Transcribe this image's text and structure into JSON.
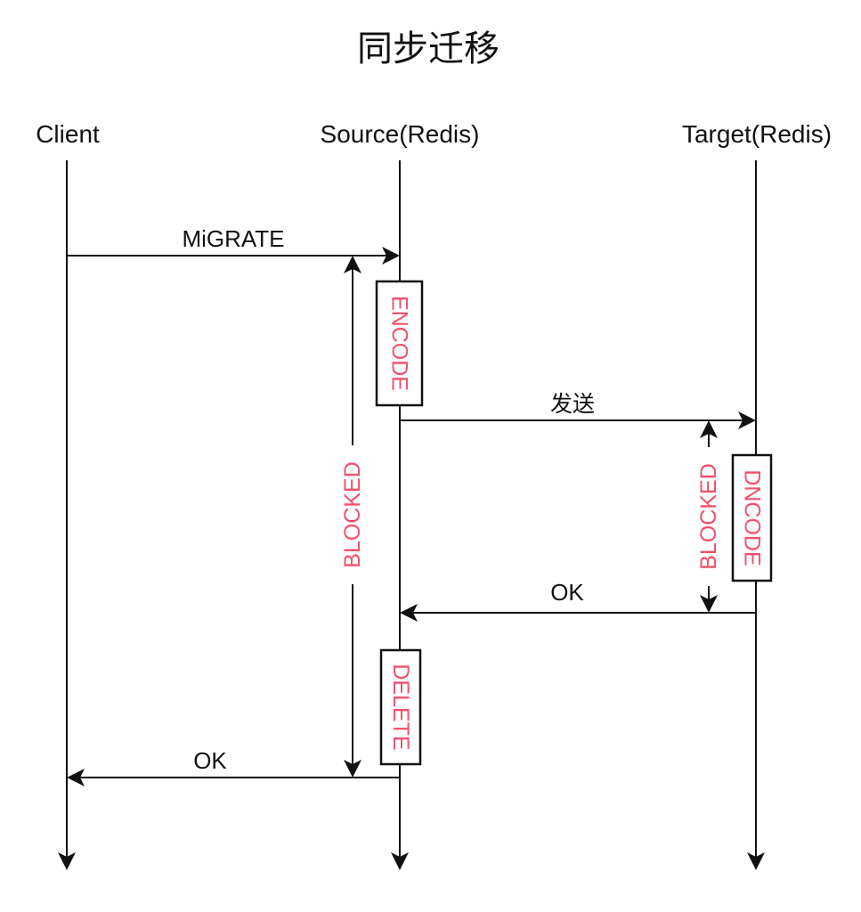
{
  "title": "同步迁移",
  "actors": [
    {
      "id": "client",
      "label": "Client"
    },
    {
      "id": "source",
      "label": "Source(Redis)"
    },
    {
      "id": "target",
      "label": "Target(Redis)"
    }
  ],
  "messages": [
    {
      "from": "client",
      "to": "source",
      "label": "MiGRATE"
    },
    {
      "from": "source",
      "to": "target",
      "label": "发送"
    },
    {
      "from": "target",
      "to": "source",
      "label": "OK"
    },
    {
      "from": "source",
      "to": "client",
      "label": "OK"
    }
  ],
  "activations": [
    {
      "actor": "source",
      "label": "ENCODE"
    },
    {
      "actor": "target",
      "label": "DNCODE"
    },
    {
      "actor": "source",
      "label": "DELETE"
    }
  ],
  "blocked_spans": [
    {
      "actor": "source",
      "label": "BLOCKED"
    },
    {
      "actor": "target",
      "label": "BLOCKED"
    }
  ],
  "colors": {
    "line": "#111111",
    "annotation": "#f2506a",
    "background": "#ffffff"
  }
}
